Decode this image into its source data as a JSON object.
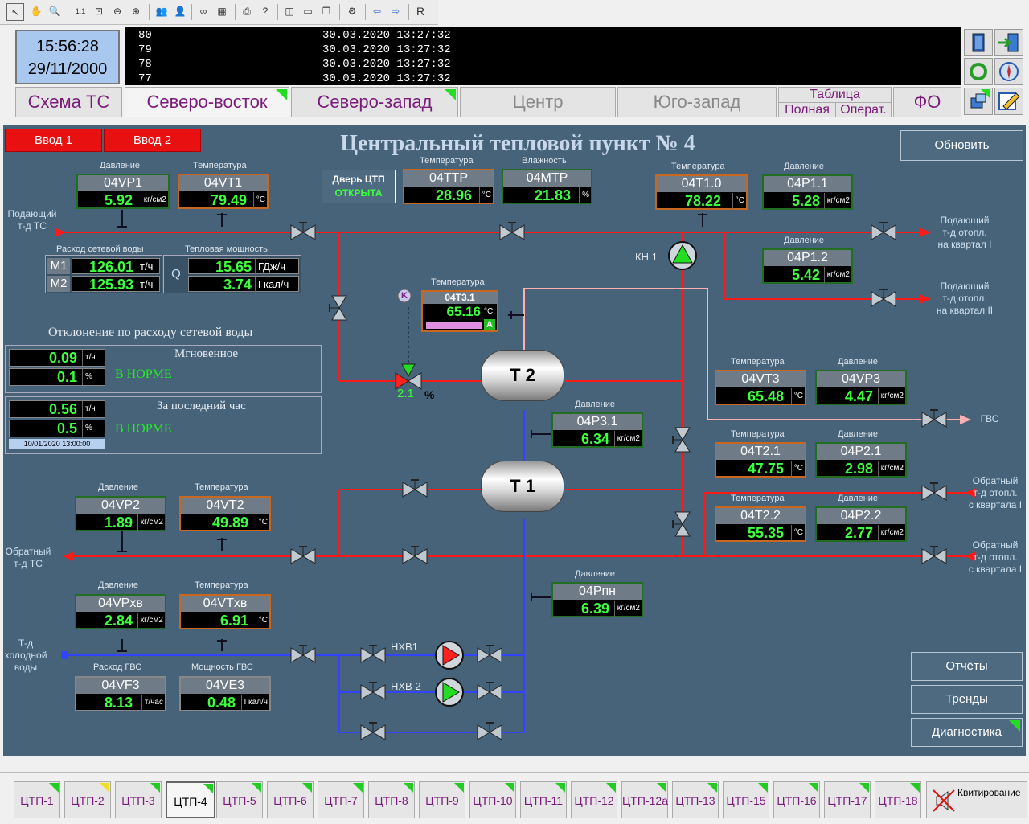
{
  "toolbar": {
    "icons": [
      "pointer-icon",
      "hand-icon",
      "zoom-icon",
      "zoom-1-1-icon",
      "zoom-fit-icon",
      "zoom-out-icon",
      "zoom-in-icon",
      "users-icon",
      "user-remove-icon",
      "binoculars-icon",
      "table-icon",
      "print-icon",
      "help-icon",
      "layout-icon",
      "window-icon",
      "cascade-icon",
      "settings-icon",
      "back-icon",
      "forward-icon"
    ],
    "r_label": "R"
  },
  "clock": {
    "time": "15:56:28",
    "date": "29/11/2000"
  },
  "events": [
    {
      "id": "80",
      "date": "30.03.2020 13:27:32"
    },
    {
      "id": "79",
      "date": "30.03.2020 13:27:32"
    },
    {
      "id": "78",
      "date": "30.03.2020 13:27:32"
    },
    {
      "id": "77",
      "date": "30.03.2020 13:27:32"
    }
  ],
  "tabs": {
    "schema": "Схема ТС",
    "ne": "Северо-восток",
    "nw": "Северо-запад",
    "center": "Центр",
    "sw": "Юго-запад",
    "table_label": "Таблица",
    "full": "Полная",
    "oper": "Операт.",
    "fo": "ФО"
  },
  "main": {
    "title": "Центральный тепловой пункт № 4",
    "vvod1": "Ввод 1",
    "vvod2": "Ввод 2",
    "refresh": "Обновить",
    "door_title": "Дверь ЦТП",
    "door_state": "ОТКРЫТА",
    "labels": {
      "pressure": "Давление",
      "temperature": "Температура",
      "humidity": "Влажность",
      "flow": "Расход сетевой воды",
      "heatpower": "Тепловая мощность",
      "gvs_flow": "Расход ГВС",
      "gvs_power": "Мощность ГВС"
    },
    "side": {
      "supply_ts": "Подающий\nт-д ТС",
      "return_ts": "Обратный\nт-д ТС",
      "cold": "Т-д\nхолодной\nводы",
      "supply_q1": "Подающий\nт-д отопл.\nна квартал I",
      "supply_q2": "Подающий\nт-д отопл.\nна квартал II",
      "gvs": "ГВС",
      "return_q1": "Обратный\nт-д отопл.\nс квартала I",
      "return_q2": "Обратный\nт-д отопл.\nс квартала I"
    },
    "gauges": {
      "vp1": {
        "name": "04VP1",
        "value": "5.92",
        "unit": "кг/см2"
      },
      "vt1": {
        "name": "04VT1",
        "value": "79.49",
        "unit": "°C"
      },
      "ttp": {
        "name": "04TTP",
        "value": "28.96",
        "unit": "°C"
      },
      "mtp": {
        "name": "04MTP",
        "value": "21.83",
        "unit": "%"
      },
      "t10": {
        "name": "04T1.0",
        "value": "78.22",
        "unit": "°C"
      },
      "p11": {
        "name": "04P1.1",
        "value": "5.28",
        "unit": "кг/см2"
      },
      "p12": {
        "name": "04P1.2",
        "value": "5.42",
        "unit": "кг/см2"
      },
      "vt3": {
        "name": "04VT3",
        "value": "65.48",
        "unit": "°C"
      },
      "vp3": {
        "name": "04VP3",
        "value": "4.47",
        "unit": "кг/см2"
      },
      "p31": {
        "name": "04P3.1",
        "value": "6.34",
        "unit": "кг/см2"
      },
      "t21": {
        "name": "04T2.1",
        "value": "47.75",
        "unit": "°C"
      },
      "p21": {
        "name": "04P2.1",
        "value": "2.98",
        "unit": "кг/см2"
      },
      "t22": {
        "name": "04T2.2",
        "value": "55.35",
        "unit": "°C"
      },
      "p22": {
        "name": "04P2.2",
        "value": "2.77",
        "unit": "кг/см2"
      },
      "vp2": {
        "name": "04VP2",
        "value": "1.89",
        "unit": "кг/см2"
      },
      "vt2": {
        "name": "04VT2",
        "value": "49.89",
        "unit": "°C"
      },
      "vpxv": {
        "name": "04VPхв",
        "value": "2.84",
        "unit": "кг/см2"
      },
      "vtxv": {
        "name": "04VTхв",
        "value": "6.91",
        "unit": "°C"
      },
      "vf3": {
        "name": "04VF3",
        "value": "8.13",
        "unit": "т/час"
      },
      "ve3": {
        "name": "04VE3",
        "value": "0.48",
        "unit": "Гкал/ч"
      },
      "ppn": {
        "name": "04Pпн",
        "value": "6.39",
        "unit": "кг/см2"
      }
    },
    "flow": {
      "m1_label": "M1",
      "m1_value": "126.01",
      "m1_unit": "т/ч",
      "m2_label": "M2",
      "m2_value": "125.93",
      "m2_unit": "т/ч"
    },
    "heat": {
      "q_label": "Q",
      "v1": "15.65",
      "u1": "ГДж/ч",
      "v2": "3.74",
      "u2": "Гкал/ч"
    },
    "t31": {
      "label": "Температура",
      "name": "04Т3.1",
      "value": "65.16",
      "unit": "°C",
      "mode": "A",
      "k": "K"
    },
    "valve_pct": {
      "value": "2.1",
      "unit": "%"
    },
    "tanks": {
      "t2": "T 2",
      "t1": "T 1"
    },
    "pumps": {
      "kn1": "КН 1",
      "hxv1": "НХВ1",
      "hxv2": "НХВ 2"
    },
    "deviation": {
      "title": "Отклонение по расходу сетевой воды",
      "inst_title": "Мгновенное",
      "inst_v1": "0.09",
      "inst_u1": "т/ч",
      "inst_v2": "0.1",
      "inst_u2": "%",
      "inst_state": "В НОРМЕ",
      "hour_title": "За последний час",
      "hour_v1": "0.56",
      "hour_u1": "т/ч",
      "hour_v2": "0.5",
      "hour_u2": "%",
      "hour_state": "В НОРМЕ",
      "hour_date": "10/01/2020 13:00:00"
    },
    "buttons": {
      "reports": "Отчёты",
      "trends": "Тренды",
      "diag": "Диагностика"
    }
  },
  "bottom": {
    "items": [
      "ЦТП-1",
      "ЦТП-2",
      "ЦТП-3",
      "ЦТП-4",
      "ЦТП-5",
      "ЦТП-6",
      "ЦТП-7",
      "ЦТП-8",
      "ЦТП-9",
      "ЦТП-10",
      "ЦТП-11",
      "ЦТП-12",
      "ЦТП-12а",
      "ЦТП-13",
      "ЦТП-15",
      "ЦТП-16",
      "ЦТП-17",
      "ЦТП-18"
    ],
    "selected": "ЦТП-4",
    "ack": "Квитирование"
  },
  "colors": {
    "supply": "#ff0000",
    "return": "#ff0000",
    "cold": "#3344ff",
    "gvs": "#ff9999",
    "panel": "#476379",
    "value": "#3dff3d"
  }
}
